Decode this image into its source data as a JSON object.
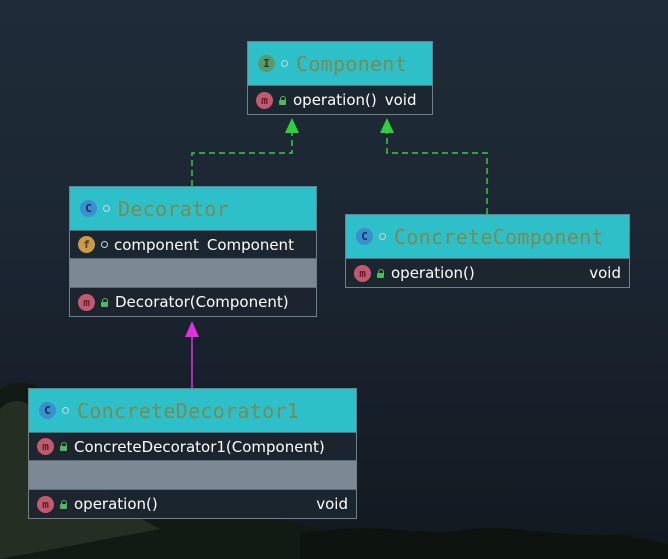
{
  "diagram": {
    "classes": [
      {
        "id": "component",
        "kind_icon": "interface-icon",
        "kind_letter": "I",
        "name": "Component",
        "members": [
          {
            "icon": "method-icon",
            "letter": "m",
            "name": "operation()",
            "type": "void",
            "type_inline": true
          }
        ]
      },
      {
        "id": "decorator",
        "kind_icon": "abstract-class-icon",
        "kind_letter": "C",
        "name": "Decorator",
        "fields": [
          {
            "icon": "field-icon",
            "letter": "f",
            "name": "component",
            "type": "Component"
          }
        ],
        "members": [
          {
            "icon": "method-icon",
            "letter": "m",
            "name": "Decorator(Component)",
            "type": ""
          }
        ]
      },
      {
        "id": "concrete-component",
        "kind_icon": "class-icon",
        "kind_letter": "C",
        "name": "ConcreteComponent",
        "members": [
          {
            "icon": "method-icon",
            "letter": "m",
            "name": "operation()",
            "type": "void"
          }
        ]
      },
      {
        "id": "concrete-decorator1",
        "kind_icon": "class-icon",
        "kind_letter": "C",
        "name": "ConcreteDecorator1",
        "members": [
          {
            "icon": "method-icon",
            "letter": "m",
            "name": "ConcreteDecorator1(Component)",
            "type": ""
          },
          {
            "icon": "method-icon",
            "letter": "m",
            "name": "operation()",
            "type": "void"
          }
        ]
      }
    ],
    "relations": [
      {
        "from": "decorator",
        "to": "component",
        "kind": "realization"
      },
      {
        "from": "concrete-component",
        "to": "component",
        "kind": "realization"
      },
      {
        "from": "concrete-decorator1",
        "to": "decorator",
        "kind": "generalization"
      }
    ],
    "colors": {
      "header": "#2ec0c8",
      "realization": "#2fd13a",
      "generalization": "#e030e0"
    }
  }
}
